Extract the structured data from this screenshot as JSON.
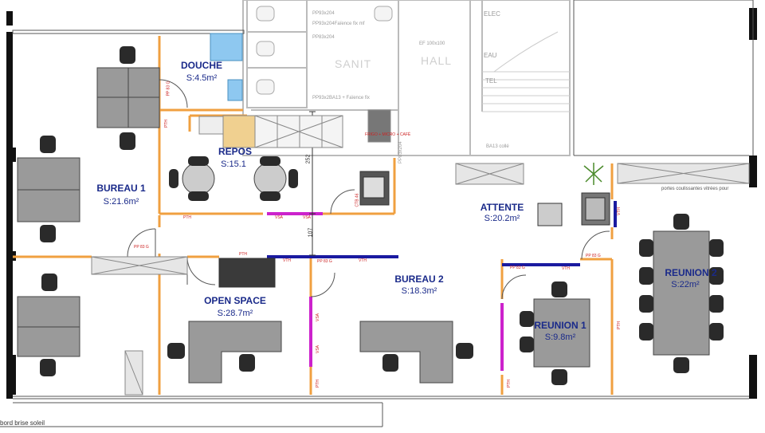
{
  "rooms": {
    "douche": {
      "name": "DOUCHE",
      "area": "S:4.5m²"
    },
    "repos": {
      "name": "REPOS",
      "area": "S:15.1"
    },
    "bureau1": {
      "name": "BUREAU 1",
      "area": "S:21.6m²"
    },
    "open_space": {
      "name": "OPEN SPACE",
      "area": "S:28.7m²"
    },
    "bureau2": {
      "name": "BUREAU 2",
      "area": "S:18.3m²"
    },
    "attente": {
      "name": "ATTENTE",
      "area": "S:20.2m²"
    },
    "reunion1": {
      "name": "REUNION 1",
      "area": "S:9.8m²"
    },
    "reunion2": {
      "name": "REUNION 2",
      "area": "S:22m²"
    }
  },
  "service": {
    "elec": "ELEC",
    "eau": "EAU",
    "tel": "TEL",
    "hall": "HALL",
    "sanit": "SANIT",
    "ef": "EF 100x100",
    "ba13": "BA13 collé",
    "pp1": "PP93x204",
    "faience": "PP93x204Faïence fix mf",
    "pp2": "PP83x204",
    "pp3": "PP93x2BA13 + Faïence fix",
    "ppd": "PP83x204"
  },
  "partition_labels": {
    "pth": "PTH",
    "vth": "VTH",
    "vsa": "VSA",
    "pp83": "PP 83 G",
    "pp83b": "PP 83 G",
    "pp83c": "PP 83 G",
    "pp83d": "PP 83 G",
    "pp83e": "PP 83 G",
    "c_vse": "CTB 46"
  },
  "dimensions": {
    "d252": "252",
    "d107": "107"
  },
  "annotations": {
    "portes": "portes coulissantes vitrées pour",
    "frigo": "FRIGO + MICRO + CAFÉ"
  },
  "caption": "bord brise soleil",
  "colors": {
    "wall": "#111111",
    "partition": "#f0a040",
    "glass_blue": "#1a1aa0",
    "glass_purple": "#cc22cc",
    "label": "#1a2a8a"
  }
}
